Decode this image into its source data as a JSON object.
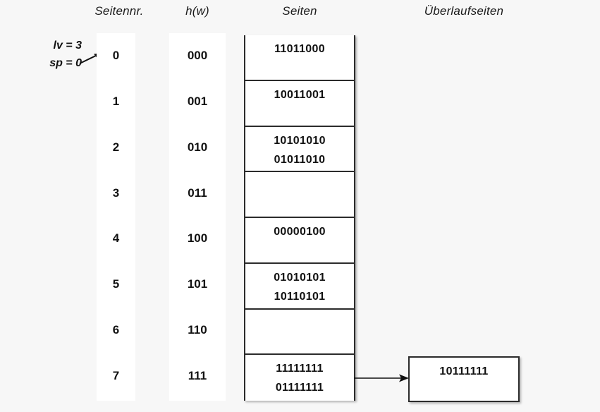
{
  "headers": {
    "seitennr": "Seitennr.",
    "hw": "h(w)",
    "seiten": "Seiten",
    "ueberlaufseiten": "Überlaufseiten"
  },
  "annotation": {
    "lv": "lv = 3",
    "sp": "sp = 0",
    "arrow_icon": "arrow-right-icon"
  },
  "colors": {
    "background": "#f7f7f7",
    "strip": "#ffffff",
    "border": "#2b2b2b",
    "text": "#111111"
  },
  "rows": [
    {
      "seitennr": "0",
      "hw": "000",
      "page_lines": [
        "11011000"
      ]
    },
    {
      "seitennr": "1",
      "hw": "001",
      "page_lines": [
        "10011001"
      ]
    },
    {
      "seitennr": "2",
      "hw": "010",
      "page_lines": [
        "10101010",
        "01011010"
      ]
    },
    {
      "seitennr": "3",
      "hw": "011",
      "page_lines": []
    },
    {
      "seitennr": "4",
      "hw": "100",
      "page_lines": [
        "00000100"
      ]
    },
    {
      "seitennr": "5",
      "hw": "101",
      "page_lines": [
        "01010101",
        "10110101"
      ]
    },
    {
      "seitennr": "6",
      "hw": "110",
      "page_lines": []
    },
    {
      "seitennr": "7",
      "hw": "111",
      "page_lines": [
        "11111111",
        "01111111"
      ]
    }
  ],
  "overflow": {
    "value": "10111111",
    "from_row_index": 7,
    "arrow_icon": "arrow-right-icon"
  }
}
